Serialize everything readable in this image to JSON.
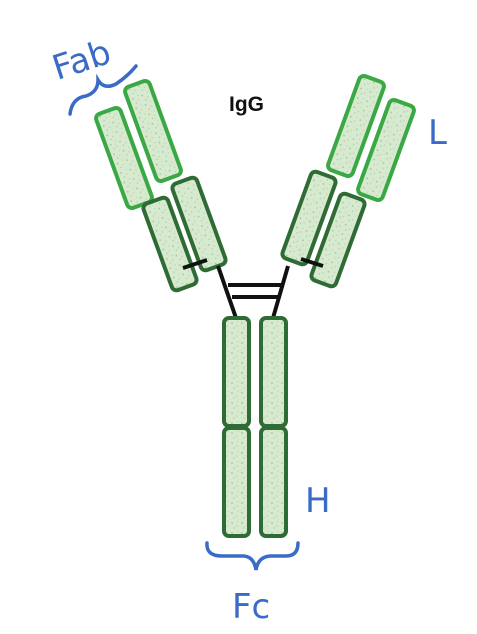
{
  "title": "IgG",
  "labels": {
    "fab": "Fab",
    "light_chain": "L",
    "heavy_chain": "H",
    "fc": "Fc"
  },
  "colors": {
    "background": "#ffffff",
    "light_fill": "#dff0d8",
    "dark_fill": "#cfe3c8",
    "light_stroke": "#3aa845",
    "dark_stroke": "#2f6b35",
    "hinge": "#111111",
    "annotation": "#3a6bc6"
  },
  "structure": {
    "arms": [
      "left-fab-arm",
      "right-fab-arm"
    ],
    "heavy_chains": 2,
    "light_chains": 2,
    "domains_per_heavy_chain": 4,
    "domains_per_light_chain": 2
  }
}
